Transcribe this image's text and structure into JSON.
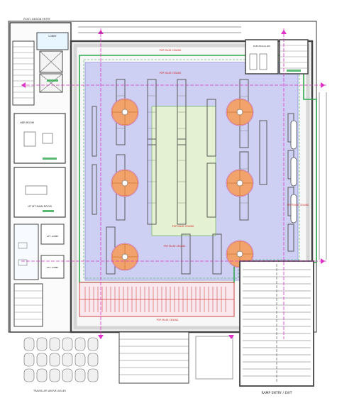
{
  "labels": {
    "top_left_header": "EXIST. DESIGN ENTRY",
    "lobby": "LOBBY",
    "hdr_room": "HDR ROOM",
    "hvac_room": "HT MT MAIN ROOM",
    "lift_lobby_1": "LIFT LOBBY",
    "lift_lobby_2": "LIFT LOBBY",
    "ramp_entry_exit": "RAMP ENTRY / EXIT",
    "bottom_left_note": "TRAVELLER ABOVE AISLES",
    "pop_ceiling": "POP FALSE CEILING",
    "pop_ceiling_2": "POP FALSE CEILING",
    "pop_ceiling_3": "POP FALSE CEILING",
    "pop_ceiling_4": "POP FALSE CEILING",
    "pop_ceiling_5": "POP FALSE CEILING",
    "pop_ceiling_6": "POP FALSE CEILING",
    "electrical_rm": "ELECTRICAL RM"
  },
  "colors": {
    "wall": "#444444",
    "floor_zone": "#c9ccf2",
    "center_zone": "#e4f1d3",
    "green_line": "#2fa84f",
    "magenta_line": "#e030c8",
    "orange_table": "#f2a36b",
    "red_text": "#d42020",
    "grey_rack": "#5a5a5a"
  }
}
